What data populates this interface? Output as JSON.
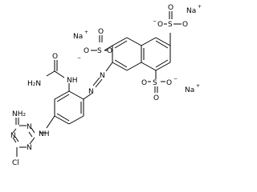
{
  "molecule": {
    "atoms": {
      "o_top_left": "O",
      "s_top": "S",
      "o_top_up": "O",
      "o_top_right": "O",
      "na_top": "Na",
      "na_top_charge": "+",
      "o_top_charge": "−",
      "na_mid": "Na",
      "na_mid_charge": "+",
      "o_mid_up": "O",
      "s_mid": "S",
      "o_mid_right": "O",
      "o_mid_left": "O",
      "o_mid_charge": "−",
      "h2n_urea": "H₂N",
      "nh_urea": "NH",
      "o_urea": "O",
      "n_azo_1": "N",
      "n_azo_2": "N",
      "s_bot": "S",
      "o_bot_up": "O",
      "o_bot_left": "O",
      "o_bot_right": "O",
      "o_bot_charge": "−",
      "na_bot": "Na",
      "na_bot_charge": "+",
      "nh2_triazine": "NH₂",
      "n_tri_1": "N",
      "n_tri_2": "N",
      "n_tri_3": "N",
      "nh_link": "NH",
      "cl": "Cl"
    }
  }
}
